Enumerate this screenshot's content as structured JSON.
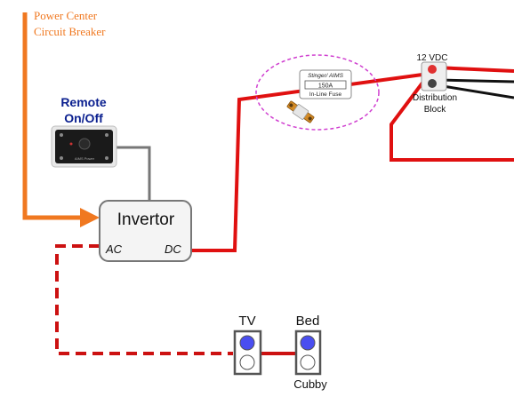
{
  "power_center": {
    "line1": "Power Center",
    "line2": "Circuit Breaker"
  },
  "remote": {
    "line1": "Remote",
    "line2": "On/Off",
    "device_text": "AIMS Power"
  },
  "inverter": {
    "title": "Invertor",
    "ac_label": "AC",
    "dc_label": "DC"
  },
  "fuse": {
    "brand": "Stinger/ AIMS",
    "rating": "150A",
    "caption": "In-Line Fuse"
  },
  "distribution": {
    "voltage": "12 VDC",
    "line1": "Distribution",
    "line2": "Block"
  },
  "outlets": {
    "tv_label": "TV",
    "bed_label": "Bed",
    "cubby_label": "Cubby"
  },
  "colors": {
    "orange": "#f07820",
    "red": "#e01010",
    "gray_wire": "#777777",
    "outlet_blue": "#4a4ef0",
    "remote_title": "#0a1f8f",
    "fuse_highlight": "#d040d0"
  }
}
